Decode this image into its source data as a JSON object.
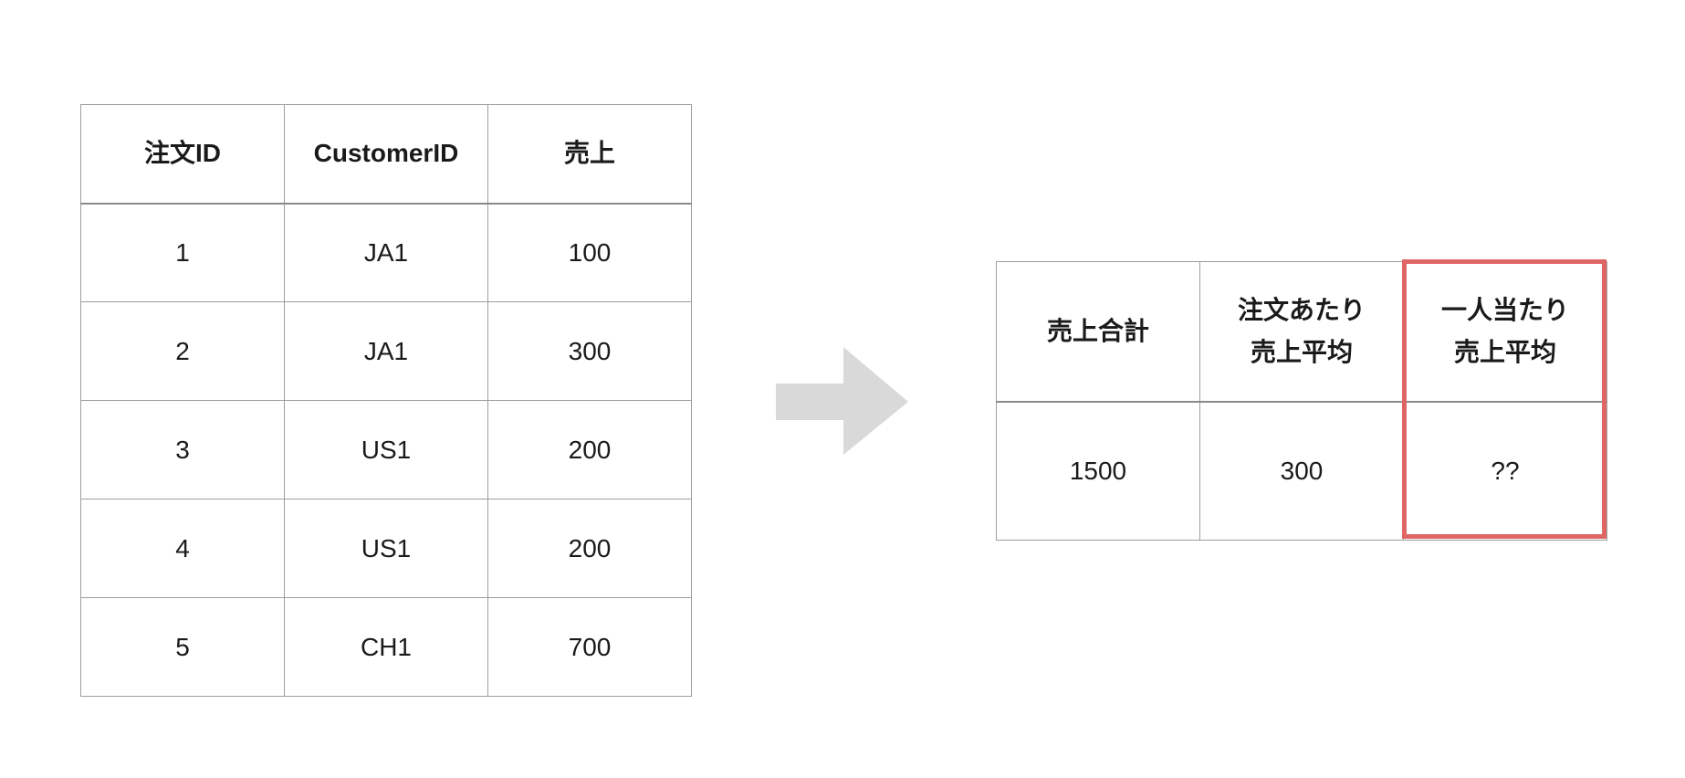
{
  "source_table": {
    "headers": [
      "注文ID",
      "CustomerID",
      "売上"
    ],
    "rows": [
      [
        "1",
        "JA1",
        "100"
      ],
      [
        "2",
        "JA1",
        "300"
      ],
      [
        "3",
        "US1",
        "200"
      ],
      [
        "4",
        "US1",
        "200"
      ],
      [
        "5",
        "CH1",
        "700"
      ]
    ]
  },
  "result_table": {
    "headers": [
      "売上合計",
      "注文あたり\n売上平均",
      "一人当たり\n売上平均"
    ],
    "row": [
      "1500",
      "300",
      "??"
    ]
  },
  "colors": {
    "border": "#9e9e9e",
    "arrow": "#d9d9d9",
    "highlight": "#e06666"
  },
  "icons": {
    "arrow": "right-arrow-icon"
  }
}
